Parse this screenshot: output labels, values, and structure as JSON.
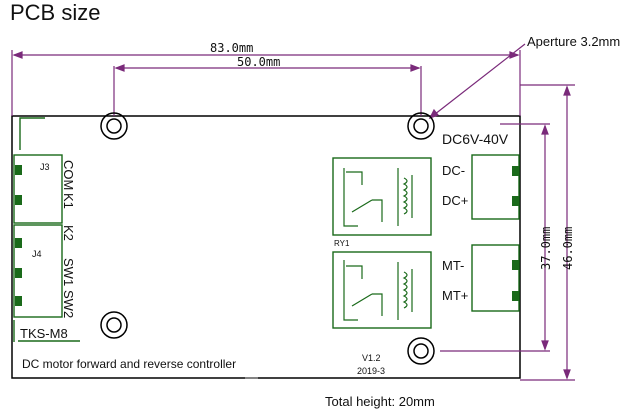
{
  "header": {
    "title": "PCB size"
  },
  "annotations": {
    "aperture_label": "Aperture 3.2mm",
    "total_height_label": "Total height: 20mm"
  },
  "dimensions": {
    "width_outer": "83.0mm",
    "hole_spacing": "50.0mm",
    "height_inner": "37.0mm",
    "height_outer": "46.0mm"
  },
  "board": {
    "voltage_label": "DC6V-40V",
    "relay_label": "RY1",
    "model_label": "TKS-M8",
    "description": "DC motor forward and reverse controller",
    "version": "V1.2",
    "date": "2019-3",
    "connector_j3": "J3",
    "connector_j4": "J4",
    "pins_left": [
      "COM",
      "K1",
      "K2",
      "SW1",
      "SW2"
    ],
    "pins_right": [
      "DC-",
      "DC+",
      "MT-",
      "MT+"
    ]
  },
  "colors": {
    "dimension_line": "#7a2a7a",
    "board_outline": "#000000",
    "pcb_line": "#1a6a1a",
    "text": "#111111"
  }
}
